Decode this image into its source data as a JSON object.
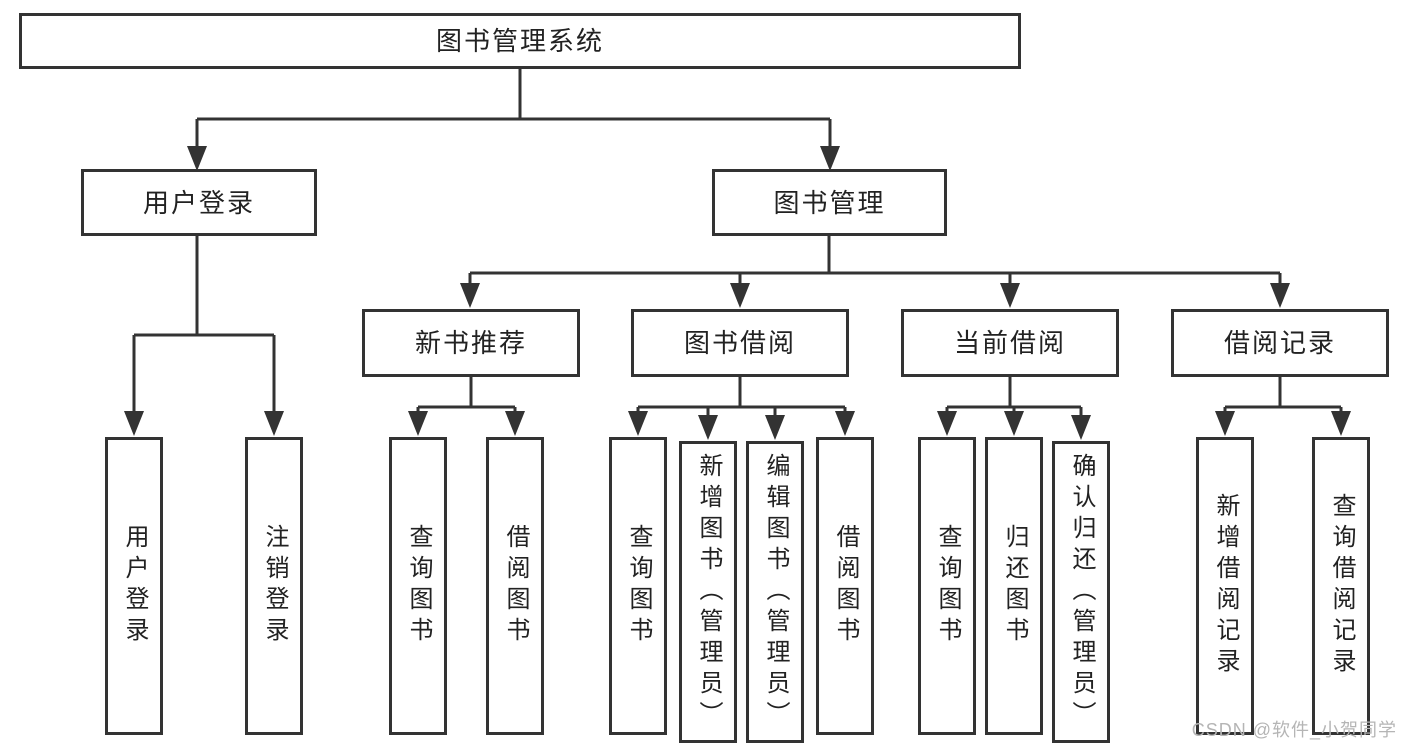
{
  "diagram": {
    "root": {
      "label": "图书管理系统"
    },
    "branches": [
      {
        "label": "用户登录",
        "children": [
          {
            "label": "用户登录"
          },
          {
            "label": "注销登录"
          }
        ]
      },
      {
        "label": "图书管理",
        "children": [
          {
            "label": "新书推荐",
            "children": [
              {
                "label": "查询图书"
              },
              {
                "label": "借阅图书"
              }
            ]
          },
          {
            "label": "图书借阅",
            "children": [
              {
                "label": "查询图书"
              },
              {
                "label": "新增图书（管理员）"
              },
              {
                "label": "编辑图书（管理员）"
              },
              {
                "label": "借阅图书"
              }
            ]
          },
          {
            "label": "当前借阅",
            "children": [
              {
                "label": "查询图书"
              },
              {
                "label": "归还图书"
              },
              {
                "label": "确认归还（管理员）"
              }
            ]
          },
          {
            "label": "借阅记录",
            "children": [
              {
                "label": "新增借阅记录"
              },
              {
                "label": "查询借阅记录"
              }
            ]
          }
        ]
      }
    ]
  },
  "watermark": {
    "text": "CSDN @软件_小贺同学"
  },
  "colors": {
    "line": "#333333",
    "box_border": "#333333",
    "box_fill": "#ffffff",
    "text": "#222222",
    "watermark": "#b5b5b5",
    "background": "#ffffff"
  }
}
